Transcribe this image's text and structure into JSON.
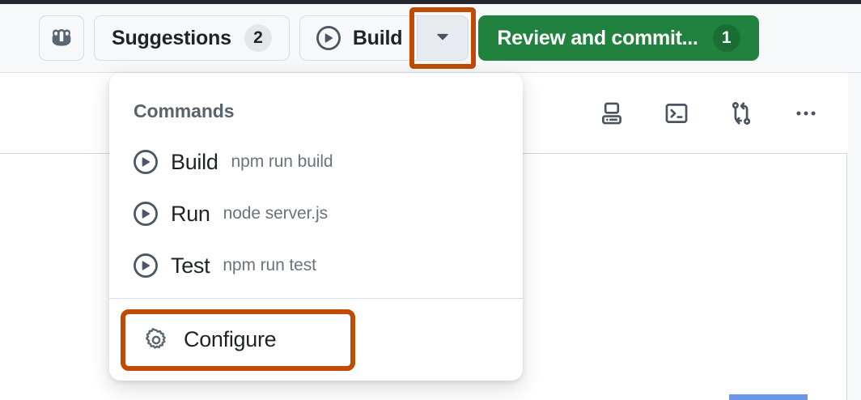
{
  "colors": {
    "highlight_orange": "#bf4b04",
    "primary_green": "#21823f",
    "toolbar_bg": "#f6f8fa",
    "text": "#1f2328",
    "muted_text": "#6a737d"
  },
  "toolbar": {
    "copilot_button": {
      "icon": "copilot-icon",
      "label": ""
    },
    "suggestions_button": {
      "label": "Suggestions",
      "count": "2",
      "icon": ""
    },
    "run_split_button": {
      "label": "Build",
      "icon": "play-circle-icon",
      "caret_icon": "chevron-down-icon"
    },
    "primary_button": {
      "label": "Review and commit...",
      "count": "1"
    }
  },
  "subbar": {
    "icons": [
      {
        "name": "device-desktop-icon"
      },
      {
        "name": "terminal-icon"
      },
      {
        "name": "git-pull-request-icon"
      },
      {
        "name": "kebab-horizontal-icon"
      }
    ]
  },
  "menu": {
    "title": "Commands",
    "items": [
      {
        "icon": "play-circle-icon",
        "label": "Build",
        "command": "npm run build"
      },
      {
        "icon": "play-circle-icon",
        "label": "Run",
        "command": "node server.js"
      },
      {
        "icon": "play-circle-icon",
        "label": "Test",
        "command": "npm run test"
      }
    ],
    "footer": {
      "icon": "gear-icon",
      "label": "Configure"
    }
  }
}
